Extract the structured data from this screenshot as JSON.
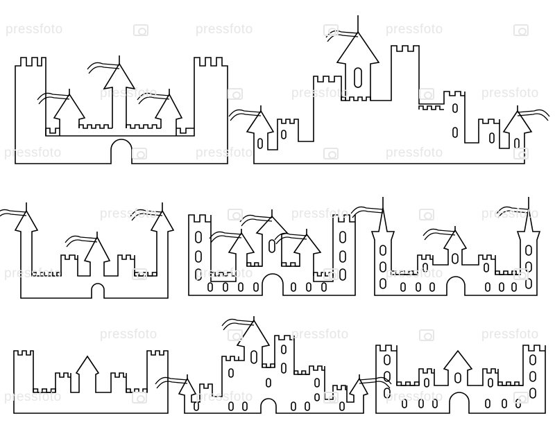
{
  "watermark": {
    "text": "pressfoto",
    "color": "#e6e6e6"
  },
  "illustration": {
    "stroke_color": "#000000",
    "background": "#ffffff",
    "castles": [
      {
        "id": "castle-1",
        "style": "two towers, three flagged spires, central gate"
      },
      {
        "id": "castle-2",
        "style": "tall keep with flag, side turrets with flags"
      },
      {
        "id": "castle-3",
        "style": "two flagged towers, central spire, gate"
      },
      {
        "id": "castle-4",
        "style": "windowed towers, three flagged spires, gate"
      },
      {
        "id": "castle-5",
        "style": "flagged tall towers, turrets, windows, gate"
      },
      {
        "id": "castle-6",
        "style": "plain crenellated wall, small spire"
      },
      {
        "id": "castle-7",
        "style": "tall keep with flag, flagged side spires, windows"
      },
      {
        "id": "castle-8",
        "style": "windowed towers, small spire, gate"
      }
    ]
  }
}
